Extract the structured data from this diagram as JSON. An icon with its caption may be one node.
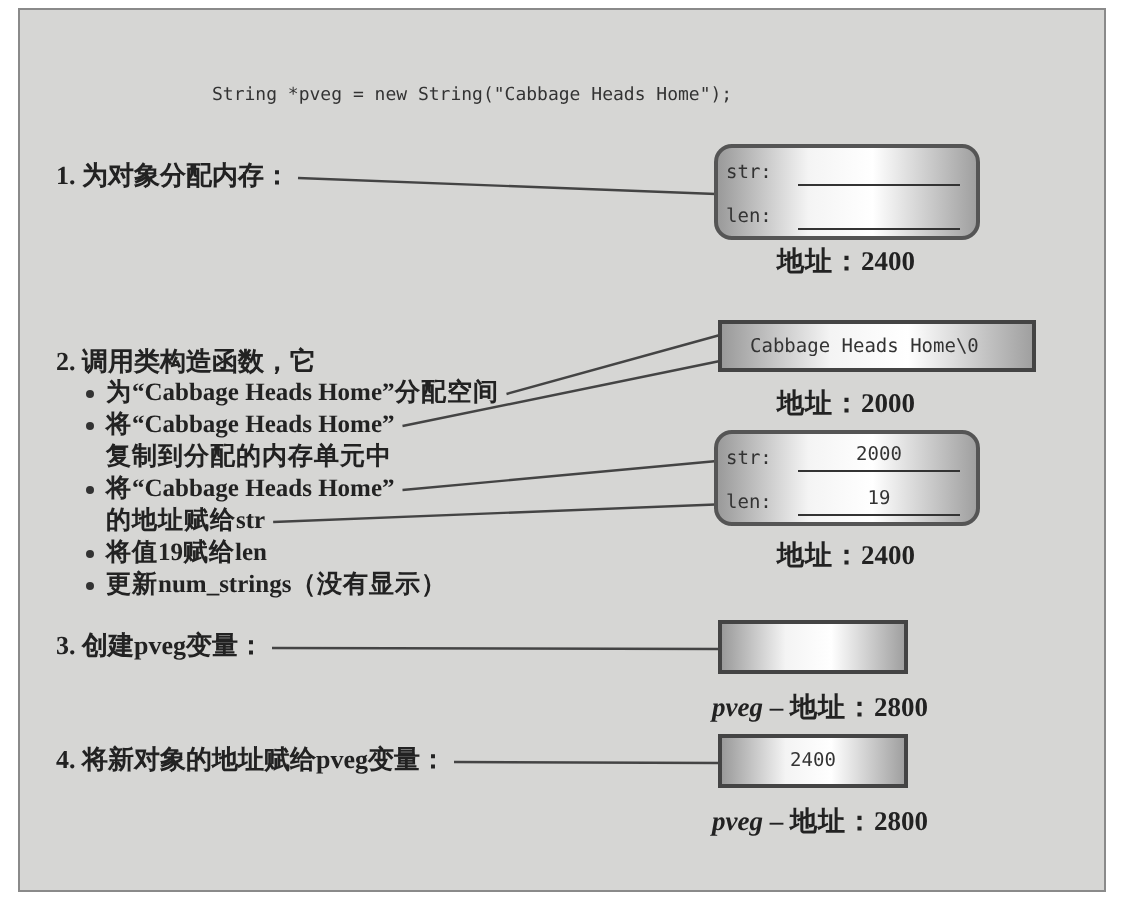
{
  "diagram": {
    "nodes": [
      {
        "text": [
          "1. 为对象分配内存："
        ]
      },
      {
        "text": [
          "str:",
          "len:"
        ],
        "beside": [
          "地址：2400"
        ]
      },
      {
        "text": [
          "2. 调用类构造函数，它"
        ]
      },
      {
        "text": [
          "为“Cabbage Heads Home”分配空间"
        ]
      },
      {
        "text": [
          "将“Cabbage Heads Home”复制到分配的内存单元中"
        ]
      },
      {
        "text": [
          "将“Cabbage Heads Home”的地址赋给str"
        ]
      },
      {
        "text": [
          "将值19赋给len"
        ]
      },
      {
        "text": [
          "更新num_strings（没有显示）"
        ]
      },
      {
        "text": [
          "Cabbage Heads Home\\0"
        ],
        "beside": [
          "地址：2000"
        ]
      },
      {
        "text": [],
        "shape": "box",
        "beside": [
          "地址：2400"
        ]
      },
      {
        "text": [
          "str:",
          "2000"
        ],
        "in": 9
      },
      {
        "text": [
          "len:",
          "19"
        ],
        "in": 9
      },
      {
        "text": [
          "3. 创建pveg变量："
        ]
      },
      {
        "text": [],
        "shape": "box",
        "beside": [
          "*pveg* – 地址：2800"
        ]
      },
      {
        "text": [
          "4. 将新对象的地址赋给pveg变量："
        ]
      },
      {
        "text": [
          "2400"
        ],
        "beside": [
          "*pveg* – 地址：2800"
        ]
      }
    ],
    "edges": [
      {
        "from": 0,
        "to": 1,
        "arrow": "none"
      },
      {
        "from": 3,
        "to": 8,
        "arrow": "none"
      },
      {
        "from": 4,
        "to": 8,
        "arrow": "none"
      },
      {
        "from": 5,
        "to": 10,
        "arrow": "none"
      },
      {
        "from": 5,
        "to": 11,
        "arrow": "none"
      },
      {
        "from": 12,
        "to": 13,
        "arrow": "none"
      },
      {
        "from": 14,
        "to": 15,
        "arrow": "none"
      }
    ],
    "labels": [
      "String *pveg = new String(\"Cabbage Heads Home\");"
    ]
  }
}
